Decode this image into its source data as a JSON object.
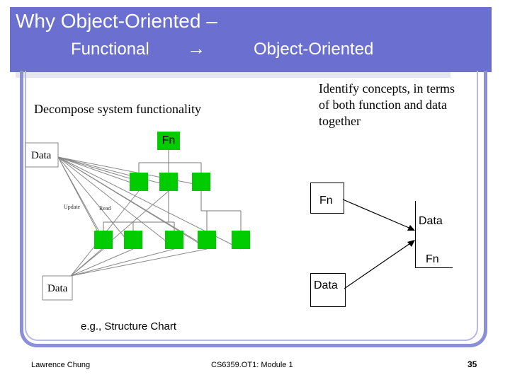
{
  "header": {
    "title_line1": "Why Object-Oriented –",
    "title_left": "Functional",
    "title_arrow": "→",
    "title_right": "Object-Oriented"
  },
  "left": {
    "description": "Decompose system functionality",
    "fn_label": "Fn",
    "data_top": "Data",
    "data_bottom": "Data",
    "small_label_1": "Update",
    "small_label_2": "Read"
  },
  "right": {
    "description": "Identify concepts, in terms of both function and data together",
    "fn_top": "Fn",
    "data_top": "Data",
    "fn_bottom": "Fn",
    "data_bottom": "Data"
  },
  "caption": "e.g., Structure Chart",
  "footer": {
    "author": "Lawrence Chung",
    "course": "CS6359.OT1: Module 1",
    "page": "35"
  },
  "colors": {
    "header": "#6a6fd0",
    "frame": "#8a8fd8",
    "green": "#00cc00"
  }
}
